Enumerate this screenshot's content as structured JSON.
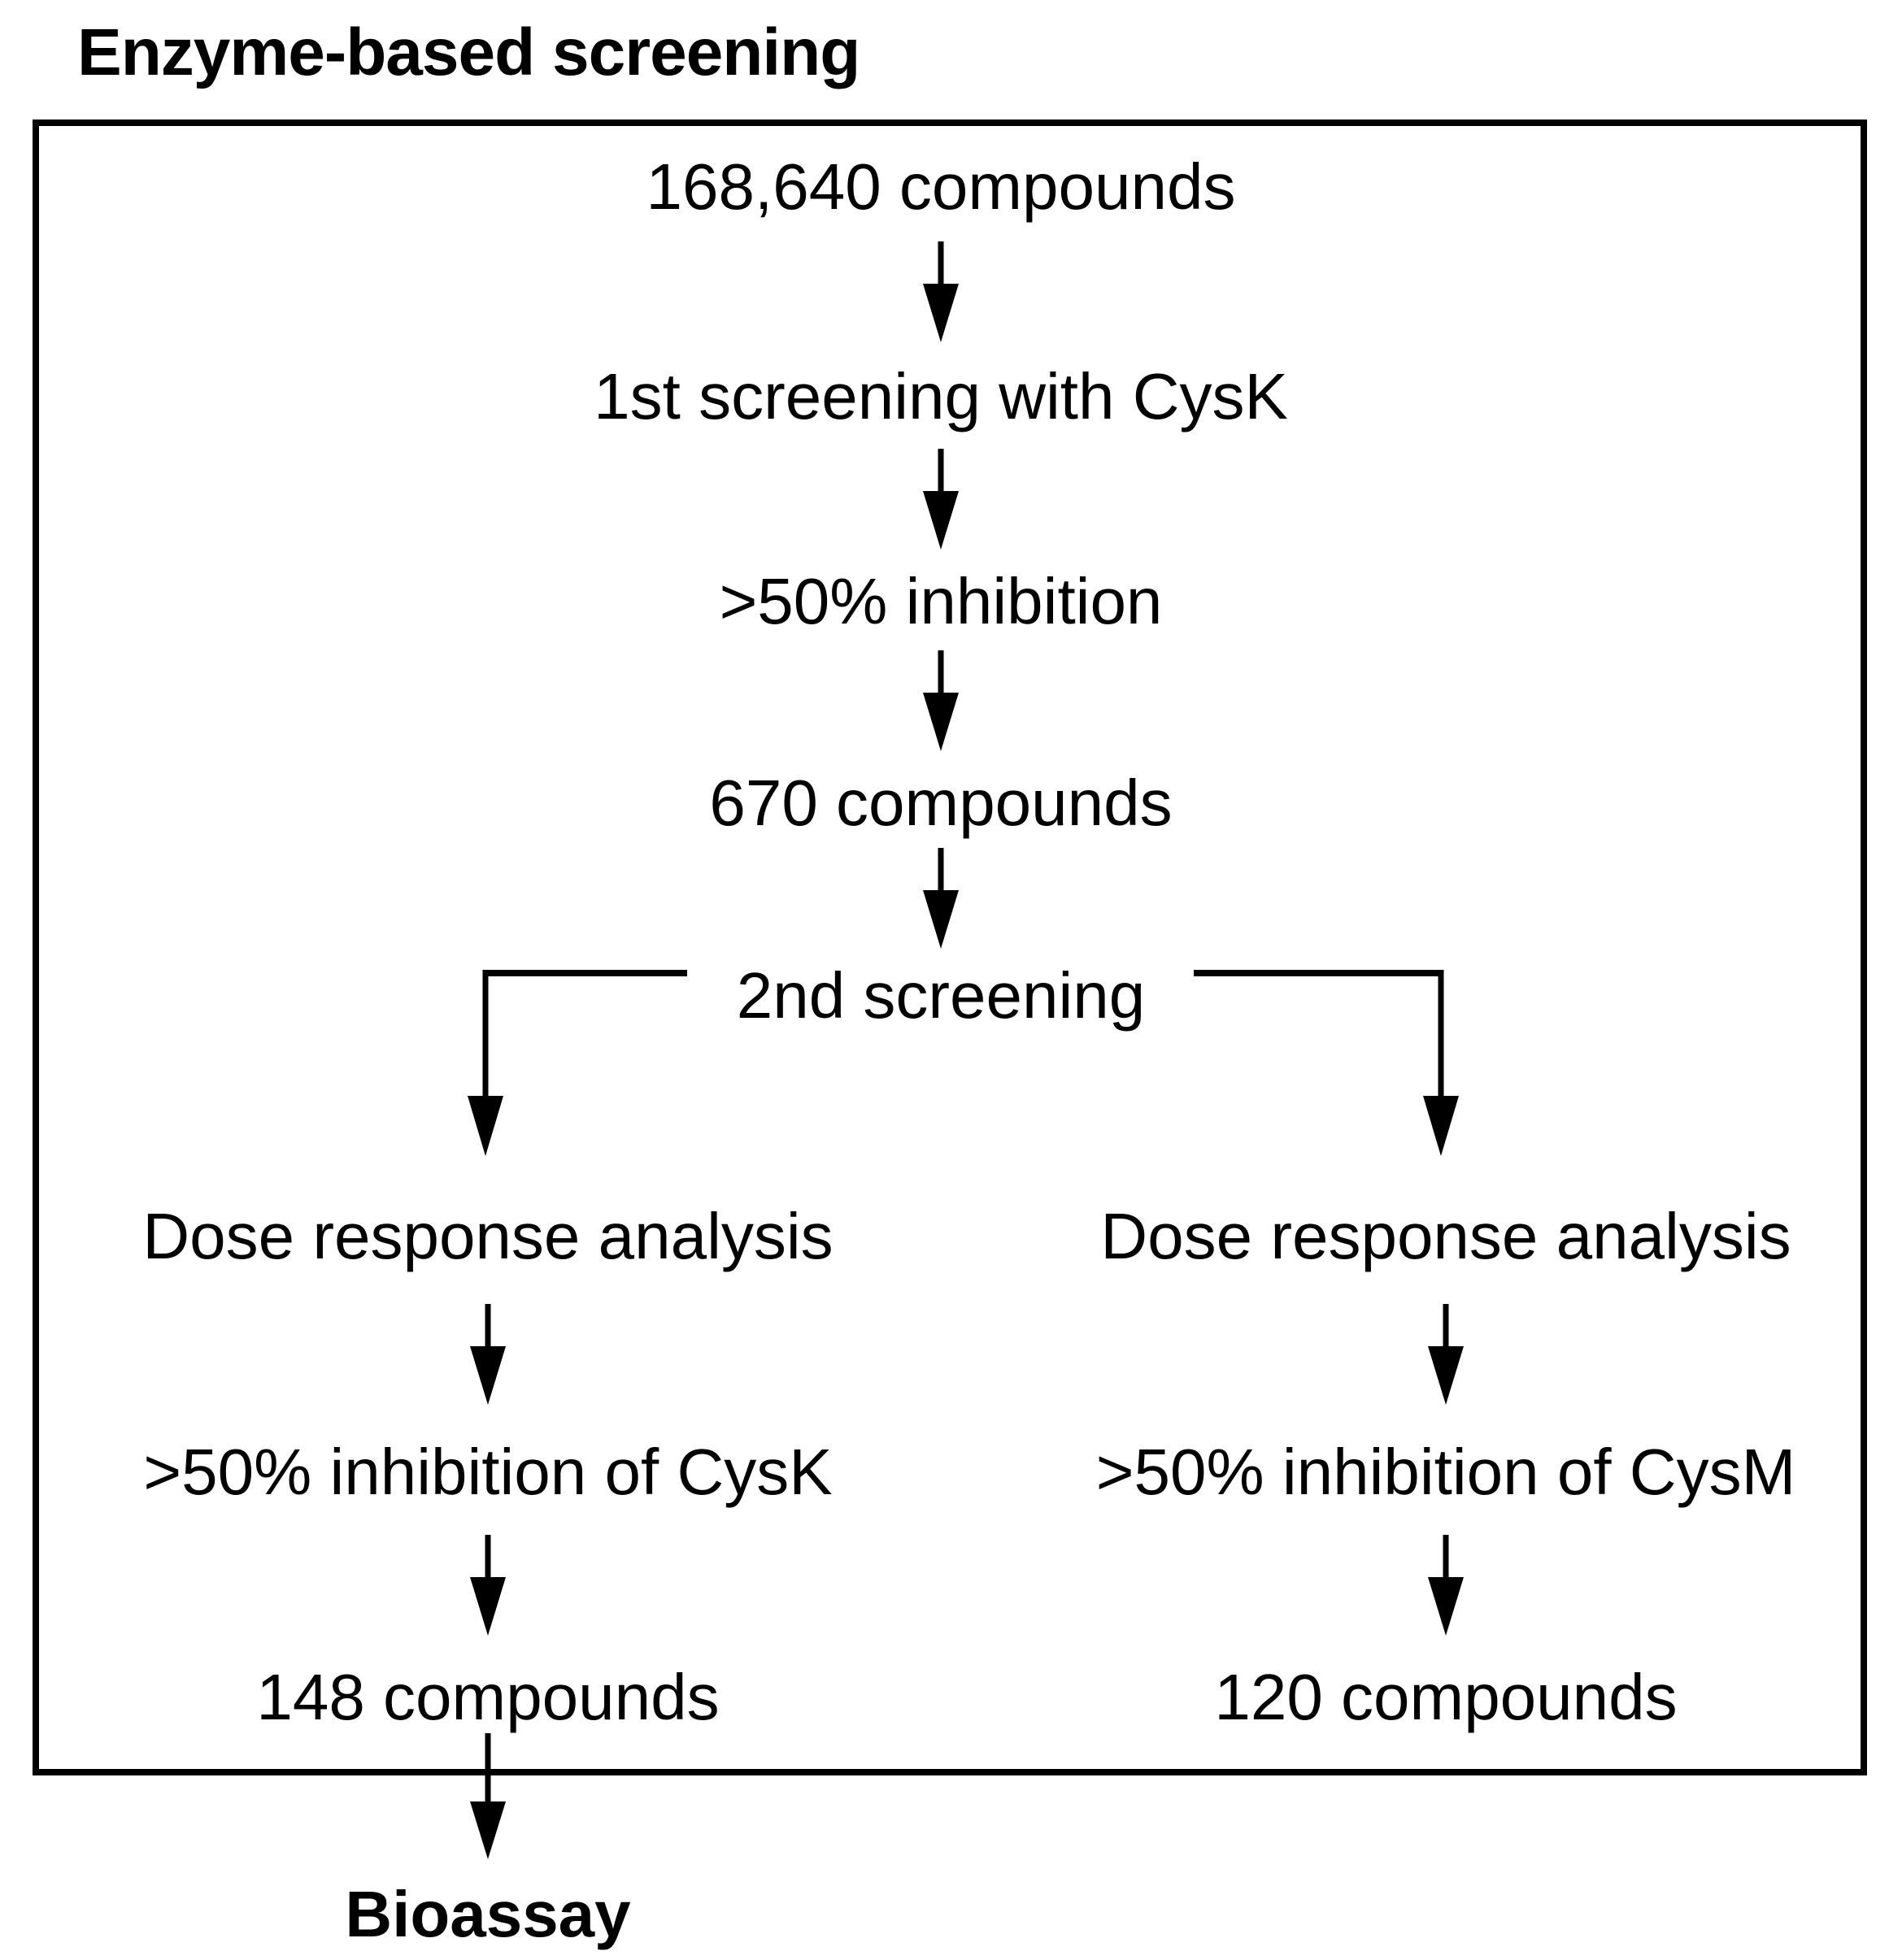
{
  "diagram": {
    "title": "Enzyme-based screening",
    "colors": {
      "ink": "#000000",
      "background": "#ffffff"
    },
    "main_flow": [
      {
        "label": "168,640 compounds"
      },
      {
        "label": "1st screening with CysK"
      },
      {
        "label": ">50% inhibition"
      },
      {
        "label": "670 compounds"
      },
      {
        "label": "2nd screening"
      }
    ],
    "branches": {
      "left": [
        {
          "label": "Dose response analysis"
        },
        {
          "label": ">50% inhibition of CysK"
        },
        {
          "label": "148 compounds"
        }
      ],
      "right": [
        {
          "label": "Dose response analysis"
        },
        {
          "label": ">50% inhibition of CysM"
        },
        {
          "label": "120 compounds"
        }
      ]
    },
    "terminal": {
      "label": "Bioassay"
    }
  }
}
